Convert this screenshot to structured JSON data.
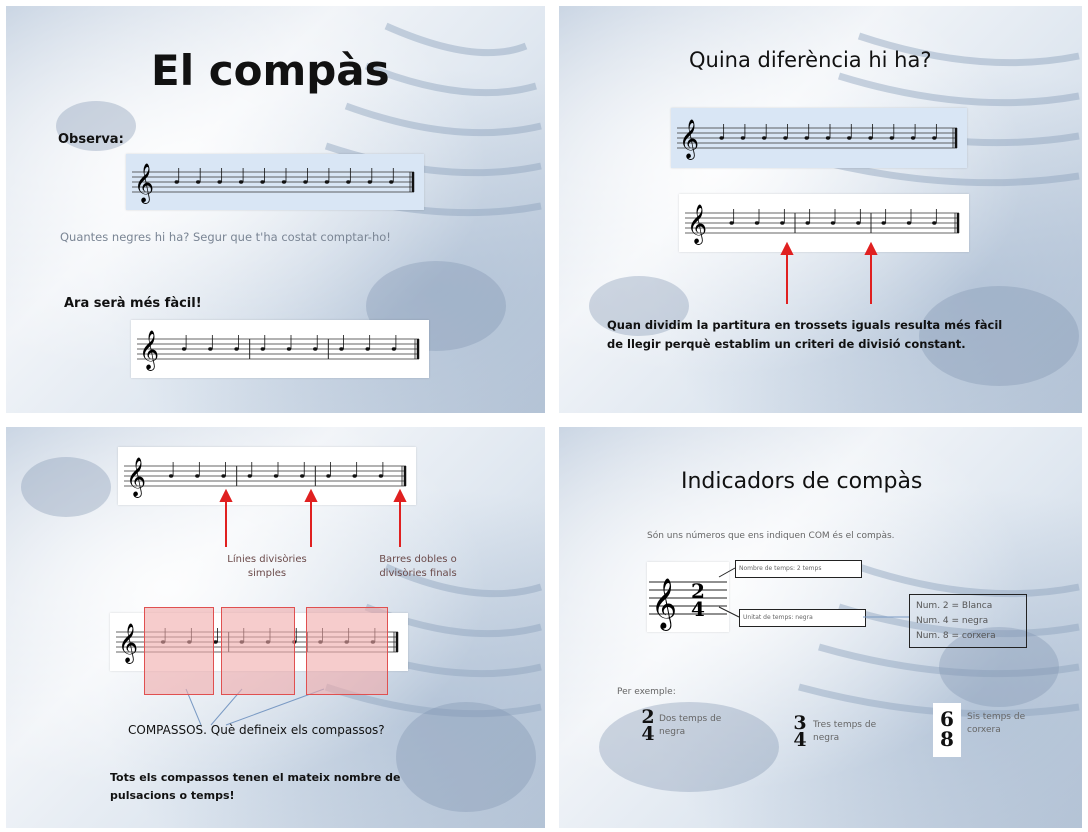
{
  "slide1": {
    "title": "El compàs",
    "observe": "Observa:",
    "question": "Quantes negres hi ha? Segur que t'ha costat comptar-ho!",
    "easier": "Ara serà més fàcil!"
  },
  "slide2": {
    "title": "Quina diferència hi ha?",
    "body_line1": "Quan dividim la partitura en trossets iguals resulta més fàcil",
    "body_line2": "de llegir perquè establim un criteri de divisió constant."
  },
  "slide3": {
    "label_simple_1": "Línies divisòries",
    "label_simple_2": "simples",
    "label_double_1": "Barres dobles o",
    "label_double_2": "divisòries finals",
    "compassos": "COMPASSOS. Què defineix els compassos?",
    "body_line1": "Tots els compassos tenen el mateix nombre de",
    "body_line2": "pulsacions o temps!"
  },
  "slide4": {
    "title": "Indicadors de compàs",
    "subtitle": "Són uns números que ens indiquen COM és el compàs.",
    "callout_top": "Nombre de temps: 2 temps",
    "callout_bottom": "Unitat de temps: negra",
    "legend": [
      "Num. 2 = Blanca",
      "Num. 4 = negra",
      "Num. 8 = corxera"
    ],
    "example_label": "Per exemple:",
    "examples": [
      {
        "top": "2",
        "bottom": "4",
        "text1": "Dos temps de",
        "text2": "negra"
      },
      {
        "top": "3",
        "bottom": "4",
        "text1": "Tres temps de",
        "text2": "negra"
      },
      {
        "top": "6",
        "bottom": "8",
        "text1": "Sis temps de",
        "text2": "corxera"
      }
    ],
    "ts_top": "2",
    "ts_bottom": "4"
  },
  "colors": {
    "accent_red": "#e02020",
    "box_fill": "#f4c7c7",
    "staff_blue": "#d9e6f5"
  }
}
